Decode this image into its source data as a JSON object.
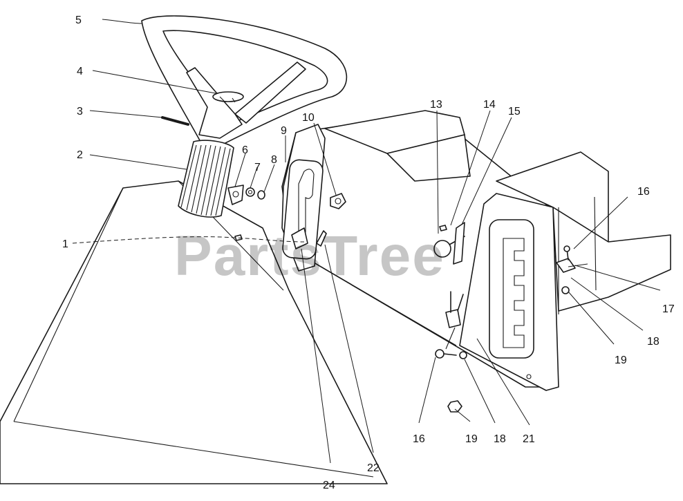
{
  "watermark": "PartsTree",
  "callouts": {
    "c5": "5",
    "c4": "4",
    "c3": "3",
    "c2": "2",
    "c1": "1",
    "c6": "6",
    "c7": "7",
    "c8": "8",
    "c9": "9",
    "c10": "10",
    "c13": "13",
    "c14": "14",
    "c15": "15",
    "c16a": "16",
    "c17": "17",
    "c18a": "18",
    "c19a": "19",
    "c16b": "16",
    "c19b": "19",
    "c18b": "18",
    "c21": "21",
    "c22": "22",
    "c24": "24"
  }
}
